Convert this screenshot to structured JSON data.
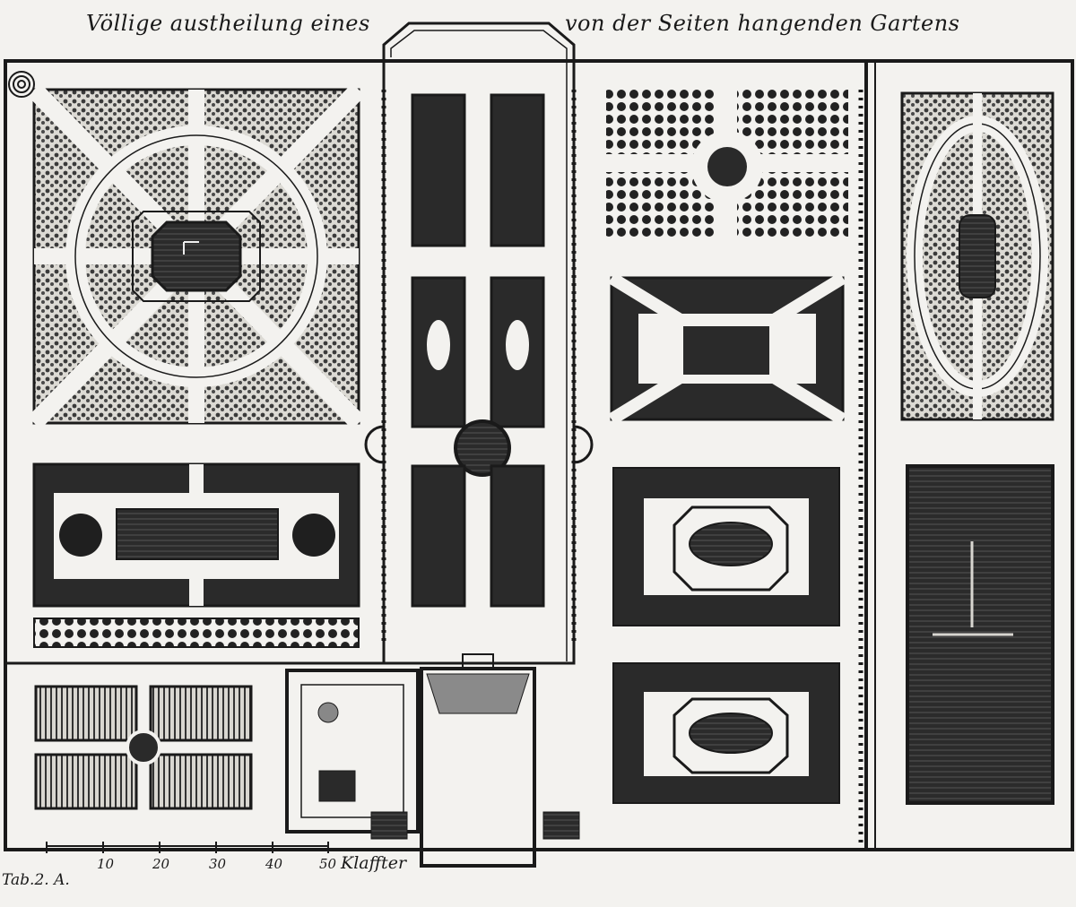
{
  "title": {
    "left": "Völlige austheilung eines",
    "right": "von der Seiten hangenden Gartens"
  },
  "scale": {
    "ticks": [
      "10",
      "20",
      "30",
      "40",
      "50"
    ],
    "unit": "Klaffter"
  },
  "plate_ref": "Tab.2. A.",
  "colors": {
    "ink": "#1a1a1a",
    "paper": "#f3f2ef",
    "bed": "#2a2a2a"
  }
}
